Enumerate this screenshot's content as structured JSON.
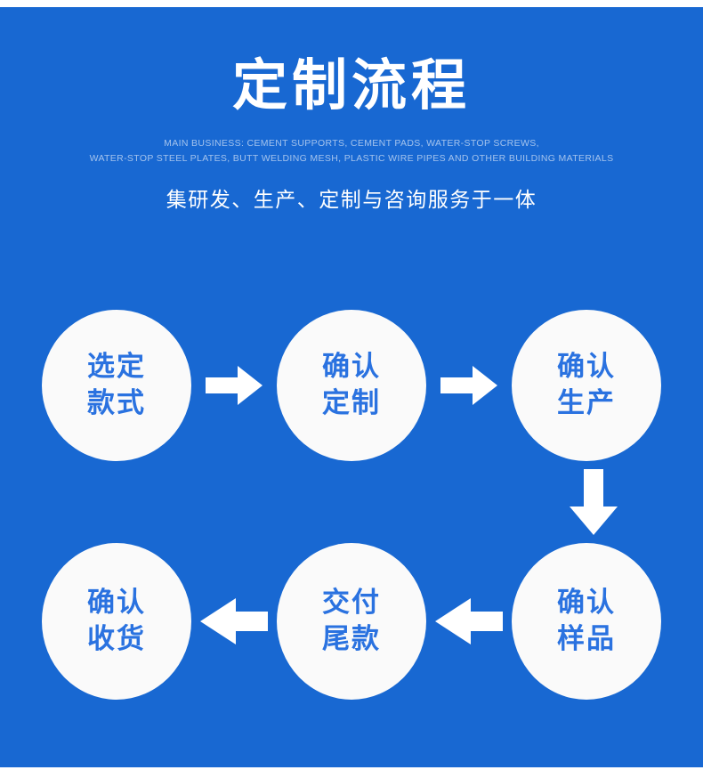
{
  "theme": {
    "background_blue": "#1868d2",
    "circle_fill": "#fafafa",
    "circle_text_blue": "#2a72e0",
    "title_white": "#ffffff",
    "eng_subtitle_color": "rgba(255,255,255,0.60)",
    "page_white": "#ffffff"
  },
  "header": {
    "title": "定制流程",
    "english_line_1": "MAIN BUSINESS: CEMENT SUPPORTS, CEMENT PADS, WATER-STOP SCREWS,",
    "english_line_2": "WATER-STOP STEEL PLATES, BUTT WELDING MESH, PLASTIC WIRE PIPES AND OTHER BUILDING MATERIALS",
    "chinese_subtitle": "集研发、生产、定制与咨询服务于一体"
  },
  "flow": {
    "row_top": {
      "steps": [
        {
          "id": "step-1",
          "line_1": "选定",
          "line_2": "款式"
        },
        {
          "id": "step-2",
          "line_1": "确认",
          "line_2": "定制"
        },
        {
          "id": "step-3",
          "line_1": "确认",
          "line_2": "生产"
        }
      ],
      "connectors": [
        {
          "id": "arrow-1",
          "direction": "right",
          "icon": "arrow-right-icon"
        },
        {
          "id": "arrow-2",
          "direction": "right",
          "icon": "arrow-right-icon"
        }
      ]
    },
    "connector_vertical": {
      "id": "arrow-3",
      "direction": "down",
      "icon": "arrow-down-icon"
    },
    "row_bottom": {
      "steps": [
        {
          "id": "step-6",
          "line_1": "确认",
          "line_2": "收货"
        },
        {
          "id": "step-5",
          "line_1": "交付",
          "line_2": "尾款"
        },
        {
          "id": "step-4",
          "line_1": "确认",
          "line_2": "样品"
        }
      ],
      "connectors": [
        {
          "id": "arrow-5",
          "direction": "left",
          "icon": "arrow-left-icon"
        },
        {
          "id": "arrow-4",
          "direction": "left",
          "icon": "arrow-left-icon"
        }
      ]
    }
  }
}
